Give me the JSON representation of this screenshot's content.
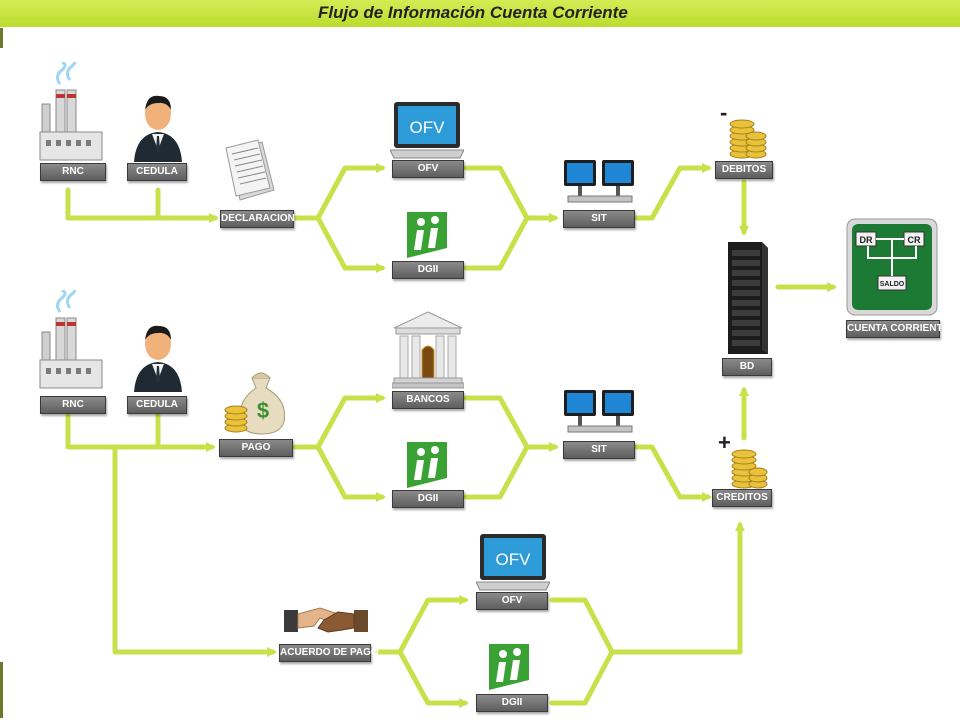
{
  "title": "Flujo de Información Cuenta Corriente",
  "colors": {
    "arrow": "#c8e04a",
    "title_bar": "#c8e04a",
    "label_bg": "#6e6e6e",
    "saldo_box": "#1d7a35"
  },
  "labels": {
    "rnc_1": "RNC",
    "cedula_1": "CEDULA",
    "declaracion": "DECLARACION",
    "ofv_1": "OFV",
    "dgii_1": "DGII",
    "sit_1": "SIT",
    "debitos": "DEBITOS",
    "bd": "BD",
    "cuenta_corriente": "CUENTA CORRIENTE",
    "rnc_2": "RNC",
    "cedula_2": "CEDULA",
    "pago": "PAGO",
    "bancos": "BANCOS",
    "dgii_2": "DGII",
    "sit_2": "SIT",
    "creditos": "CREDITOS",
    "acuerdo_de_pago": "ACUERDO DE PAGO",
    "ofv_2": "OFV",
    "dgii_3": "DGII"
  },
  "icon_text": {
    "ofv_screen": "OFV",
    "dr": "DR",
    "cr": "CR",
    "saldo": "SALDO",
    "minus": "-",
    "plus": "+"
  },
  "icons": [
    "factory-icon",
    "person-icon",
    "document-icon",
    "laptop-icon",
    "dgii-logo-icon",
    "network-computers-icon",
    "coins-icon",
    "server-icon",
    "ledger-icon",
    "money-bag-icon",
    "bank-icon",
    "handshake-icon"
  ]
}
